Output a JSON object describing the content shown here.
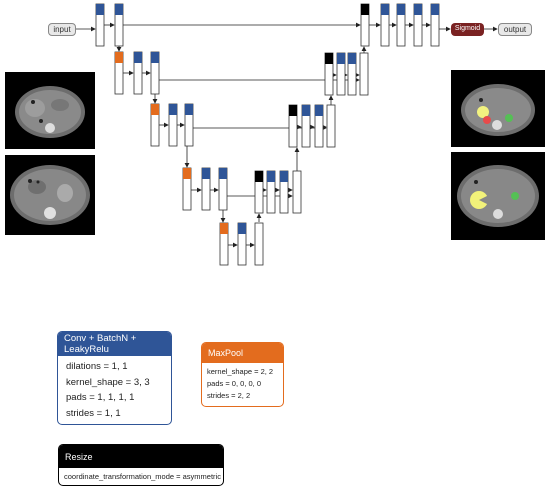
{
  "nodes": {
    "input": "input",
    "sigmoid": "Sigmoid",
    "output": "output"
  },
  "colors": {
    "conv": "#2f5597",
    "maxpool": "#e36c1e",
    "resize": "#000000",
    "sigmoid": "#7a2222",
    "edge": "#222222"
  },
  "legend": {
    "conv": {
      "title": "Conv + BatchN + LeakyRelu",
      "rows": [
        "dilations = 1, 1",
        "kernel_shape = 3, 3",
        "pads = 1, 1, 1, 1",
        "strides = 1, 1"
      ]
    },
    "maxpool": {
      "title": "MaxPool",
      "rows": [
        "kernel_shape = 2, 2",
        "pads = 0, 0, 0, 0",
        "strides = 2, 2"
      ]
    },
    "resize": {
      "title": "Resize",
      "rows": [
        "coordinate_transformation_mode = asymmetric"
      ]
    }
  }
}
